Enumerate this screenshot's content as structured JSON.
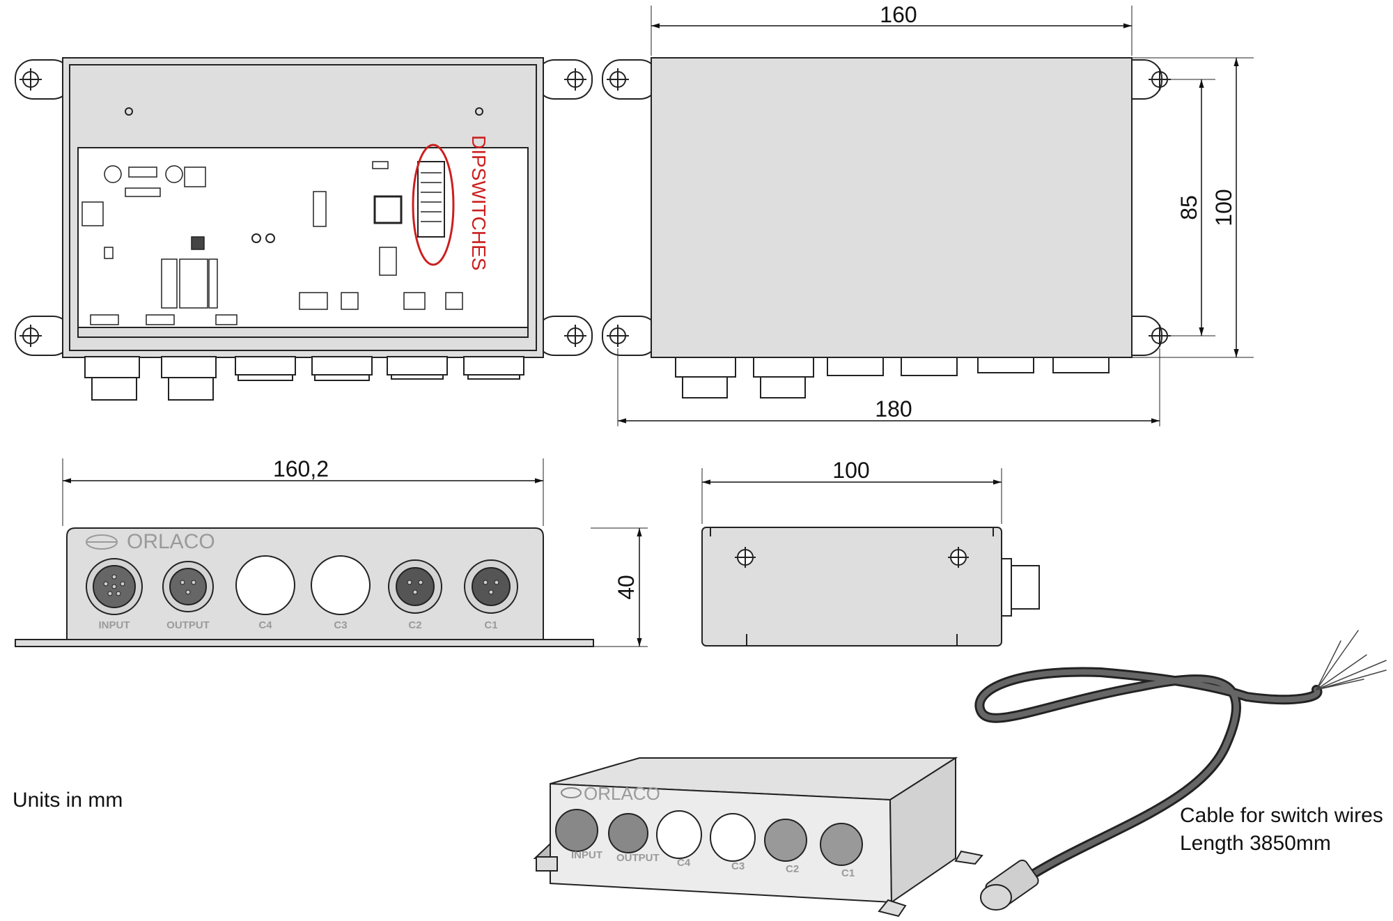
{
  "dimensions": {
    "top_width": "160",
    "overall_width": "180",
    "height_inner": "85",
    "height_outer": "100",
    "front_width": "160,2",
    "side_width": "100",
    "front_height": "40"
  },
  "labels": {
    "dipswitches": "DIPSWITCHES",
    "brand": "ORLACO",
    "port_input": "INPUT",
    "port_output": "OUTPUT",
    "port_c4": "C4",
    "port_c3": "C3",
    "port_c2": "C2",
    "port_c1": "C1"
  },
  "notes": {
    "units": "Units in mm",
    "cable_line1": "Cable for switch wires",
    "cable_line2": "Length 3850mm"
  },
  "colors": {
    "outline": "#222222",
    "body_fill": "#dedede",
    "highlight": "#cc1f1f"
  }
}
